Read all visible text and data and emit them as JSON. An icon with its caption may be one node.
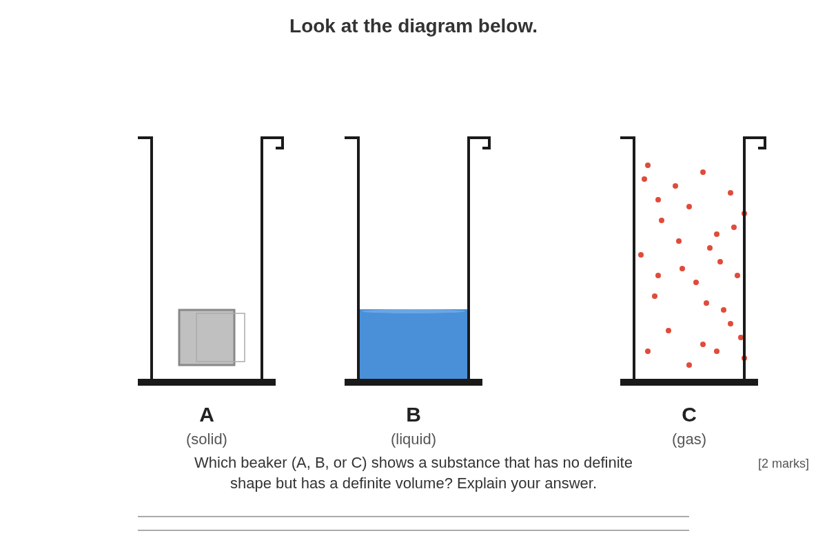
{
  "diagram": {
    "title": "Look at the diagram below.",
    "nodes": [
      {
        "text": [
          "A",
          "(solid)"
        ]
      },
      {
        "text": [
          "B",
          "(liquid)"
        ]
      },
      {
        "text": [
          "C",
          "(gas)"
        ]
      }
    ],
    "edges": [],
    "labels": [
      "Which beaker (A, B, or C) shows a substance that has no definite shape but has a definite volume? Explain your answer.",
      "[2 marks]"
    ]
  }
}
